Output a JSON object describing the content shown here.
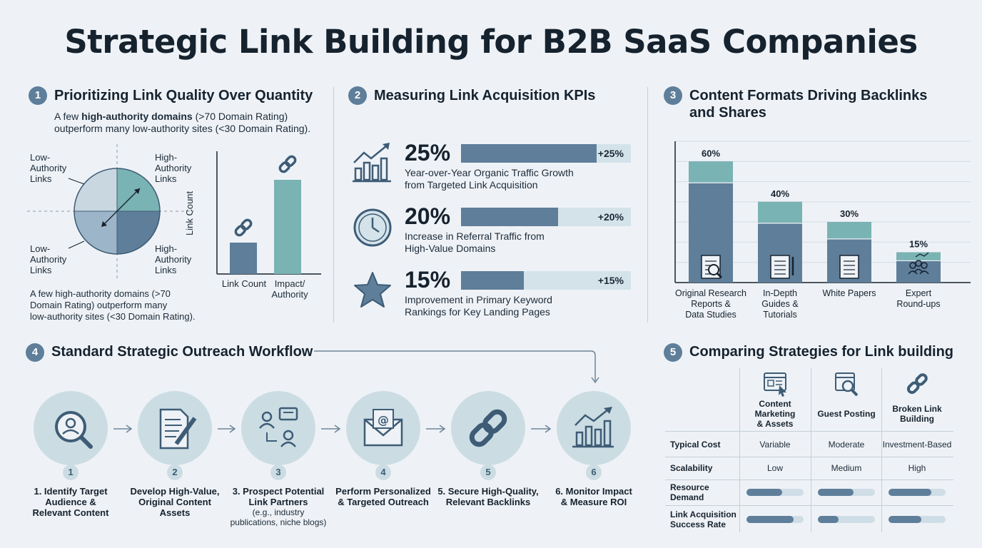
{
  "title": "Strategic Link Building for B2B SaaS Companies",
  "colors": {
    "accent_dark": "#5e7e9a",
    "accent_teal": "#7ab3b3",
    "light": "#d4e3ea",
    "bg": "#eef2f6"
  },
  "section1": {
    "num": "1",
    "title": "Prioritizing Link Quality Over Quantity",
    "intro_a": "A few ",
    "intro_bold": "high-authority domains",
    "intro_b": " (>70 Domain Rating)",
    "intro_line2": "outperform many low-authority sites (<30 Domain Rating).",
    "quadrants": {
      "top_left": "Low-\nAuthority\nLinks",
      "top_right": "High-\nAuthority\nLinks",
      "bottom_left": "Low-\nAuthority\nLinks",
      "bottom_right": "High-\nAuthority\nLinks"
    },
    "note": "A few high-authority domains (>70\nDomain Rating) outperform many\nlow-authority sites (<30 Domain Rating).",
    "mini_chart": {
      "ylabel": "Link Count",
      "categories": [
        "Link Count",
        "Impact/\nAuthority"
      ],
      "icons": [
        "link-icon",
        "link-icon"
      ]
    }
  },
  "section2": {
    "num": "2",
    "title": "Measuring Link Acquisition KPIs",
    "kpis": [
      {
        "icon": "growth-chart-icon",
        "pct": "25%",
        "bar_label": "+25%",
        "fill": 0.8,
        "desc": "Year-over-Year Organic Traffic Growth\nfrom Targeted Link Acquisition"
      },
      {
        "icon": "clock-icon",
        "pct": "20%",
        "bar_label": "+20%",
        "fill": 0.57,
        "desc": "Increase in Referral Traffic from\nHigh-Value Domains"
      },
      {
        "icon": "star-icon",
        "pct": "15%",
        "bar_label": "+15%",
        "fill": 0.37,
        "desc": "Improvement in Primary Keyword\nRankings for Key Landing Pages"
      }
    ]
  },
  "section3": {
    "num": "3",
    "title": "Content Formats Driving Backlinks\nand Shares"
  },
  "chart_data": {
    "type": "bar",
    "categories": [
      "Original Research\nReports &\nData Studies",
      "In-Depth\nGuides &\nTutorials",
      "White Papers",
      "Expert\nRound-ups"
    ],
    "values": [
      60,
      40,
      30,
      15
    ],
    "data_labels": [
      "60%",
      "40%",
      "30%",
      "15%"
    ],
    "icons": [
      "research-report-icon",
      "guide-icon",
      "white-paper-icon",
      "experts-icon"
    ],
    "ylim": [
      0,
      70
    ],
    "grid": true
  },
  "section4": {
    "num": "4",
    "title": "Standard Strategic Outreach Workflow",
    "steps": [
      {
        "num": "1",
        "icon": "search-user-icon",
        "label": "1. Identify Target\nAudience &\nRelevant Content",
        "sub": ""
      },
      {
        "num": "2",
        "icon": "document-pencil-icon",
        "label": "Develop High-Value,\nOriginal Content\nAssets",
        "sub": ""
      },
      {
        "num": "3",
        "icon": "prospect-partners-icon",
        "label": "3. Prospect Potential\nLink Partners",
        "sub": "(e.g., industry\npublications, niche blogs)"
      },
      {
        "num": "4",
        "icon": "email-envelope-icon",
        "label": "Perform Personalized\n& Targeted Outreach",
        "sub": ""
      },
      {
        "num": "5",
        "icon": "link-icon",
        "label": "5. Secure High-Quality,\nRelevant Backlinks",
        "sub": ""
      },
      {
        "num": "6",
        "icon": "growth-chart-icon",
        "label": "6. Monitor Impact\n& Measure ROI",
        "sub": ""
      }
    ]
  },
  "section5": {
    "num": "5",
    "title": "Comparing Strategies for Link building",
    "columns": [
      {
        "icon": "content-marketing-icon",
        "label": "Content\nMarketing\n& Assets"
      },
      {
        "icon": "guest-posting-icon",
        "label": "Guest Posting"
      },
      {
        "icon": "broken-link-icon",
        "label": "Broken Link\nBuilding"
      }
    ],
    "rows": [
      {
        "label": "Typical Cost",
        "values": [
          "Variable",
          "Moderate",
          "Investment-Based"
        ]
      },
      {
        "label": "Scalability",
        "values": [
          "Low",
          "Medium",
          "High"
        ]
      },
      {
        "label": "Resource\nDemand",
        "levels": [
          0.62,
          0.62,
          0.75
        ]
      },
      {
        "label": "Link Acquisition\nSuccess Rate",
        "levels": [
          0.82,
          0.36,
          0.58
        ]
      }
    ]
  }
}
